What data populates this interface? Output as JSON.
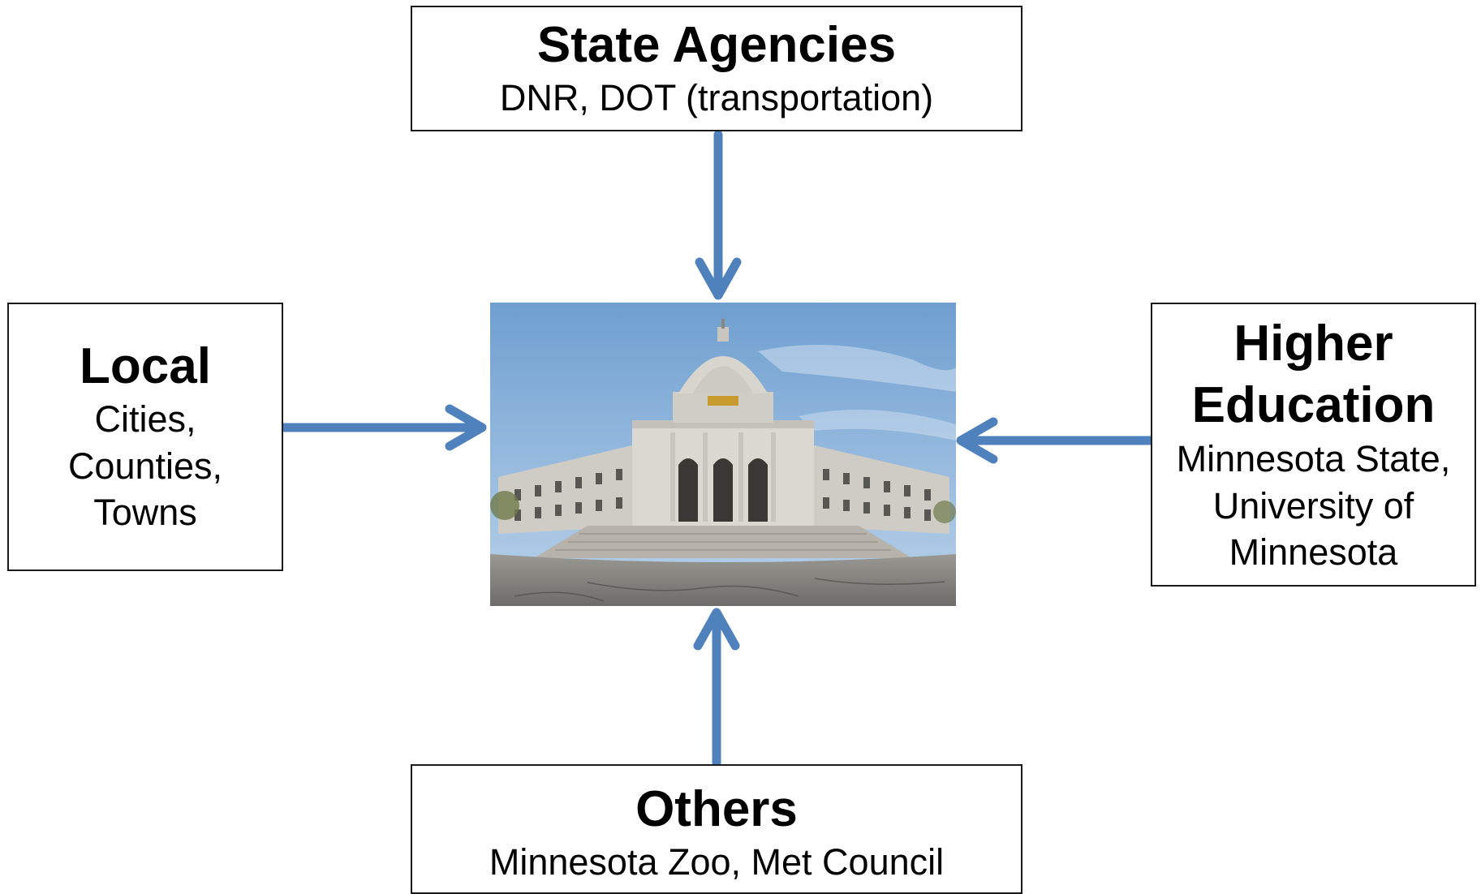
{
  "diagram": {
    "colors": {
      "arrow": "#4f81bd",
      "box_border": "#1a1a1a",
      "sky_top": "#6f9fd0",
      "sky_bottom": "#b9d2ea",
      "building": "#d6d3cc"
    },
    "center": {
      "icon": "capitol-building-photo"
    },
    "boxes": {
      "state_agencies": {
        "title": "State Agencies",
        "subtitle": "DNR, DOT (transportation)"
      },
      "local": {
        "title": "Local",
        "subtitle": "Cities,\nCounties,\nTowns"
      },
      "higher_education": {
        "title": "Higher\nEducation",
        "subtitle": "Minnesota State,\nUniversity of\nMinnesota"
      },
      "others": {
        "title": "Others",
        "subtitle": "Minnesota Zoo, Met Council"
      }
    }
  }
}
